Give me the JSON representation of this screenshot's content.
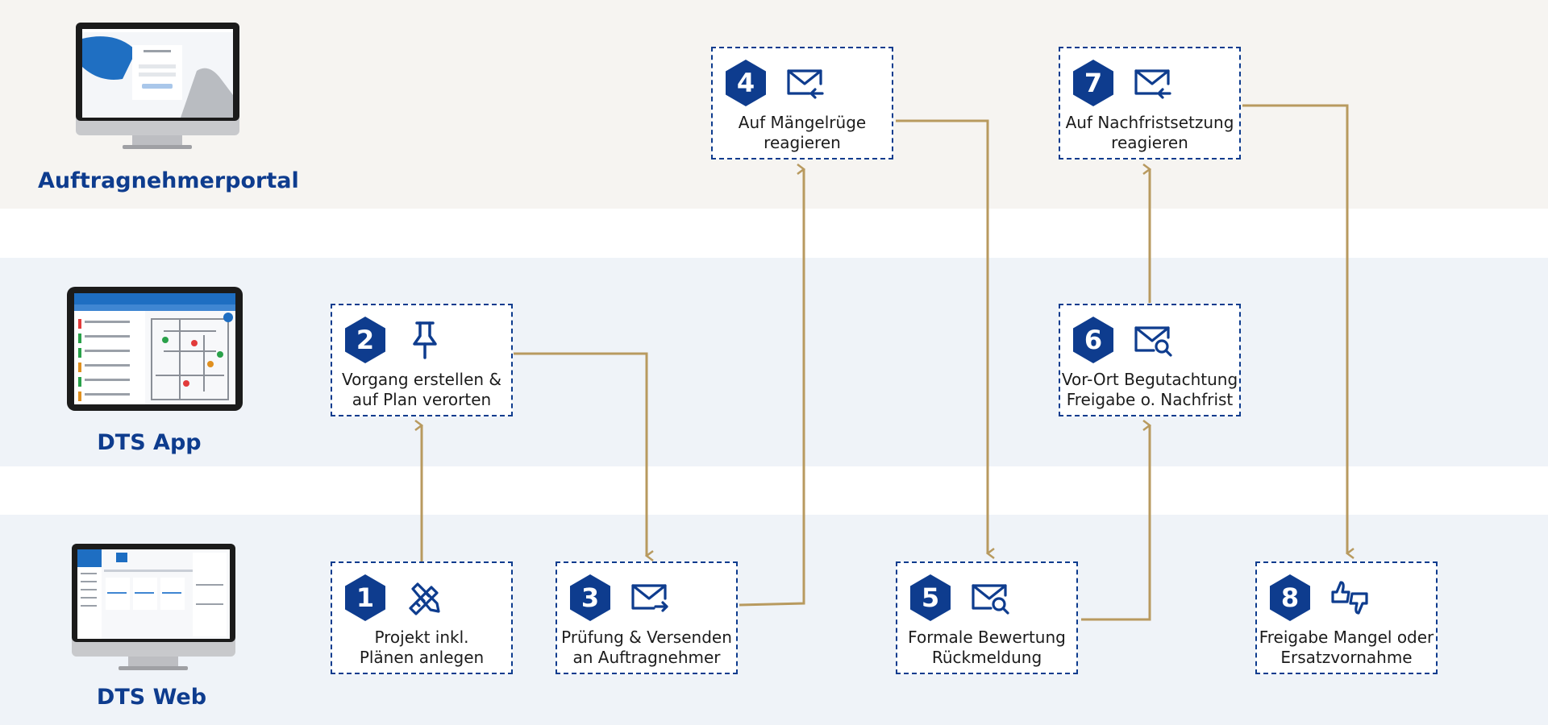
{
  "colors": {
    "accent": "#0e3c8e",
    "connector": "#b89a5f",
    "portal_band": "#f6f4f1",
    "app_band": "#eff3f8"
  },
  "lanes": {
    "portal": {
      "label": "Auftragnehmerportal"
    },
    "app": {
      "label": "DTS App"
    },
    "web": {
      "label": "DTS Web"
    }
  },
  "steps": [
    {
      "num": "1",
      "icon": "ruler-pencil-icon",
      "line1": "Projekt  inkl.",
      "line2": "Plänen anlegen"
    },
    {
      "num": "2",
      "icon": "pushpin-icon",
      "line1": "Vorgang erstellen &",
      "line2": "auf Plan verorten"
    },
    {
      "num": "3",
      "icon": "mail-send-icon",
      "line1": "Prüfung & Versenden",
      "line2": "an Auftragnehmer"
    },
    {
      "num": "4",
      "icon": "mail-reply-icon",
      "line1": "Auf Mängelrüge",
      "line2": "reagieren"
    },
    {
      "num": "5",
      "icon": "mail-search-icon",
      "line1": "Formale Bewertung",
      "line2": "Rückmeldung"
    },
    {
      "num": "6",
      "icon": "mail-search-icon",
      "line1": "Vor-Ort Begutachtung",
      "line2": "Freigabe o. Nachfrist"
    },
    {
      "num": "7",
      "icon": "mail-reply-icon",
      "line1": "Auf Nachfristsetzung",
      "line2": "reagieren"
    },
    {
      "num": "8",
      "icon": "thumbs-up-down-icon",
      "line1": "Freigabe Mangel oder",
      "line2": "Ersatzvornahme"
    }
  ]
}
